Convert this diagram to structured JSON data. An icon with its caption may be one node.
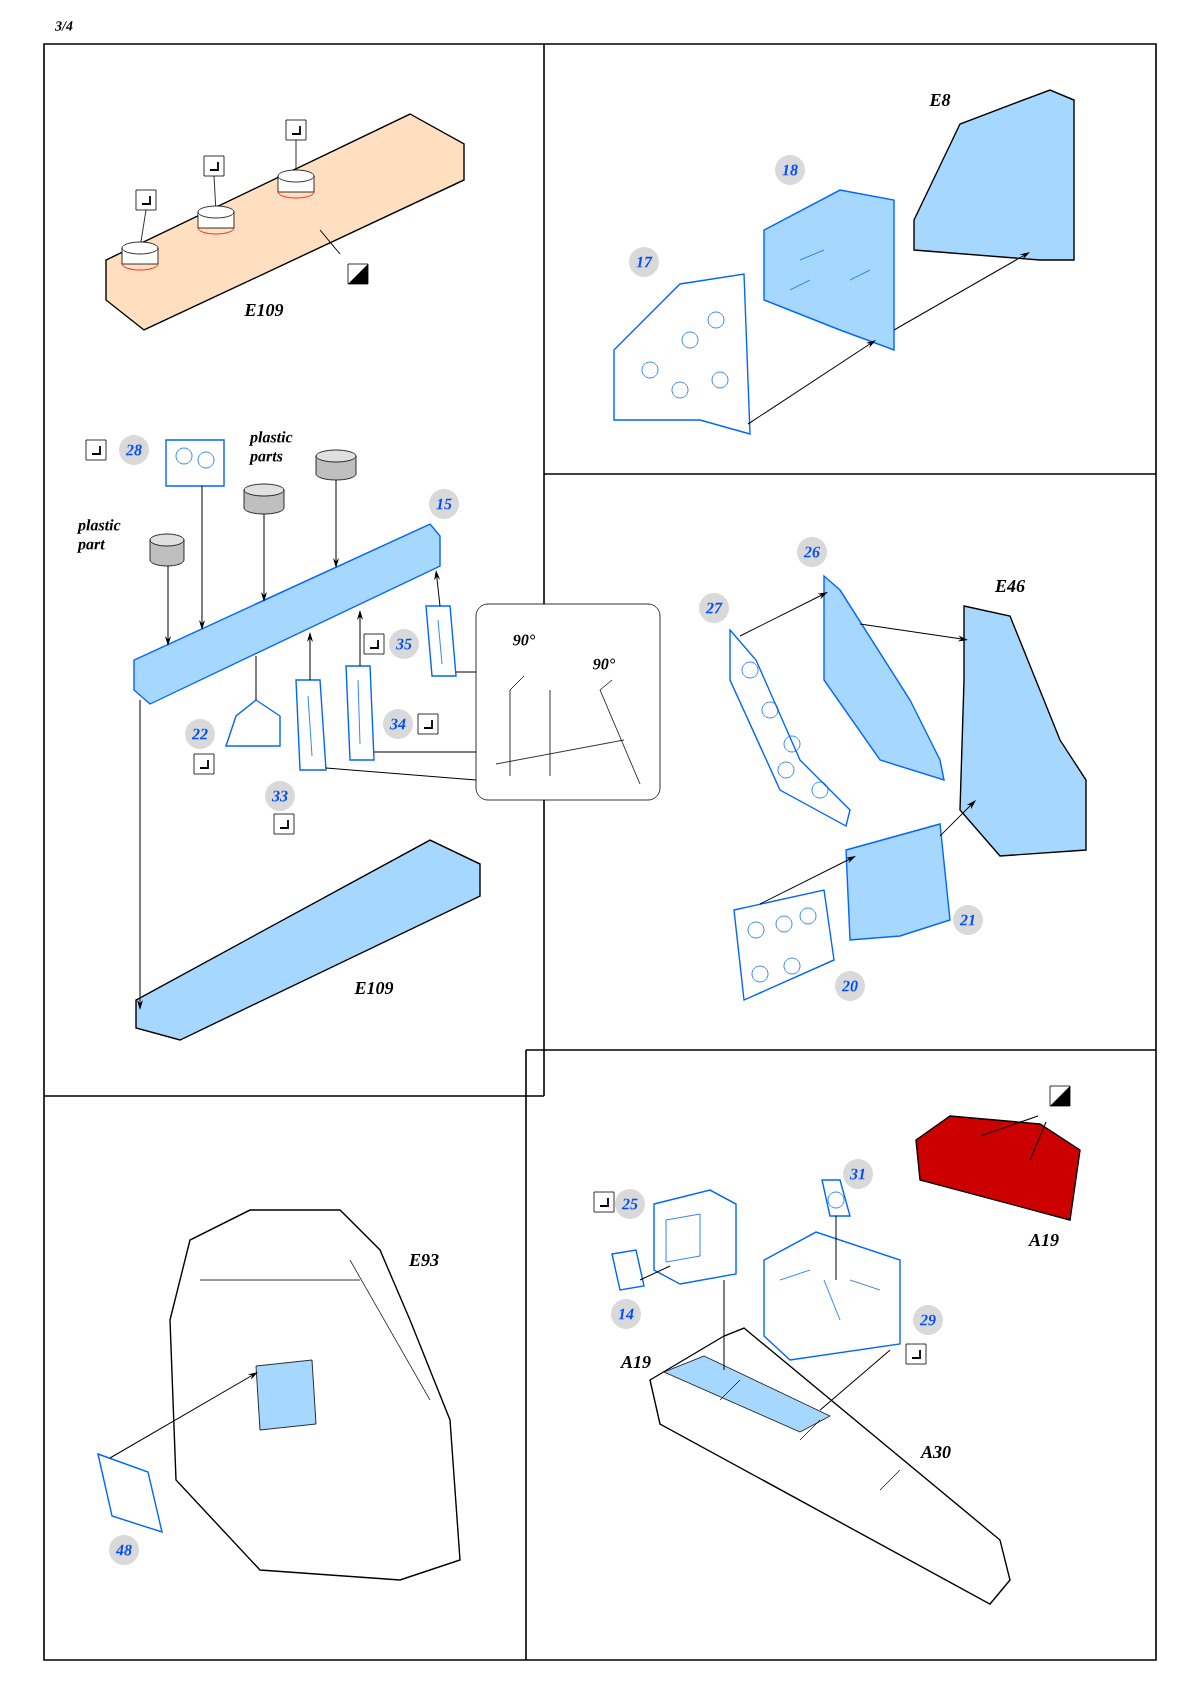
{
  "diagram": {
    "nodes": [
      {
        "text": [],
        "shape": "picture",
        "beside": [
          "E109"
        ]
      },
      {
        "text": [],
        "shape": "picture",
        "beside": [
          "28"
        ]
      },
      {
        "text": [],
        "shape": "cylinder"
      },
      {
        "text": [],
        "shape": "cylinder"
      },
      {
        "text": [],
        "shape": "cylinder"
      },
      {
        "text": [],
        "shape": "picture",
        "beside": [
          "15"
        ]
      },
      {
        "text": [],
        "shape": "picture",
        "beside": [
          "22"
        ]
      },
      {
        "text": [],
        "shape": "picture",
        "beside": [
          "33"
        ]
      },
      {
        "text": [],
        "shape": "picture",
        "beside": [
          "34"
        ]
      },
      {
        "text": [],
        "shape": "picture"
      },
      {
        "text": [
          "90°",
          "90°"
        ]
      },
      {
        "text": [],
        "shape": "picture",
        "beside": [
          "E109"
        ]
      },
      {
        "text": [],
        "shape": "picture",
        "beside": [
          "17"
        ]
      },
      {
        "text": [],
        "shape": "picture",
        "beside": [
          "18"
        ]
      },
      {
        "text": [],
        "shape": "picture",
        "beside": [
          "E8"
        ]
      },
      {
        "text": [],
        "shape": "picture",
        "beside": [
          "27"
        ]
      },
      {
        "text": [],
        "shape": "picture",
        "beside": [
          "26"
        ]
      },
      {
        "text": [],
        "shape": "picture",
        "beside": [
          "E46"
        ]
      },
      {
        "text": [],
        "shape": "picture",
        "beside": [
          "20"
        ]
      },
      {
        "text": [],
        "shape": "picture",
        "beside": [
          "21"
        ]
      },
      {
        "text": [],
        "shape": "picture",
        "beside": [
          "E93"
        ]
      },
      {
        "text": [],
        "shape": "picture",
        "beside": [
          "48"
        ]
      },
      {
        "text": [],
        "shape": "picture",
        "beside": [
          "A19"
        ]
      },
      {
        "text": [],
        "shape": "picture",
        "beside": [
          "25"
        ]
      },
      {
        "text": [],
        "shape": "picture",
        "beside": [
          "14"
        ]
      },
      {
        "text": [],
        "shape": "picture",
        "beside": [
          "31"
        ]
      },
      {
        "text": [],
        "shape": "picture"
      },
      {
        "text": [],
        "shape": "picture",
        "beside": [
          "A19",
          "A30"
        ]
      }
    ],
    "edges": [
      {
        "from": 2,
        "to": 5,
        "arrow": "to"
      },
      {
        "from": 3,
        "to": 5,
        "arrow": "to"
      },
      {
        "from": 4,
        "to": 5,
        "arrow": "to"
      },
      {
        "from": 1,
        "to": 5,
        "arrow": "to"
      },
      {
        "from": 6,
        "to": 5,
        "arrow": "none"
      },
      {
        "from": 7,
        "to": 5,
        "arrow": "to"
      },
      {
        "from": 8,
        "to": 5,
        "arrow": "to"
      },
      {
        "from": 9,
        "to": 5,
        "arrow": "to"
      },
      {
        "from": 5,
        "to": 11,
        "arrow": "to"
      },
      {
        "from": 9,
        "to": 10,
        "arrow": "none"
      },
      {
        "from": 8,
        "to": 10,
        "arrow": "none"
      },
      {
        "from": 7,
        "to": 10,
        "arrow": "none"
      },
      {
        "from": 12,
        "to": 13,
        "arrow": "to"
      },
      {
        "from": 13,
        "to": 14,
        "arrow": "to"
      },
      {
        "from": 15,
        "to": 16,
        "arrow": "to"
      },
      {
        "from": 16,
        "to": 17,
        "arrow": "to"
      },
      {
        "from": 18,
        "to": 19,
        "arrow": "to"
      },
      {
        "from": 19,
        "to": 17,
        "arrow": "to"
      },
      {
        "from": 21,
        "to": 20,
        "arrow": "to"
      },
      {
        "from": 24,
        "to": 23,
        "arrow": "none"
      },
      {
        "from": 23,
        "to": 27,
        "arrow": "none"
      },
      {
        "from": 25,
        "to": 26,
        "arrow": "none"
      },
      {
        "from": 26,
        "to": 27,
        "arrow": "none"
      },
      {
        "from": null,
        "to": 0,
        "arrow": "none"
      },
      {
        "from": null,
        "to": 22,
        "arrow": "none"
      },
      {
        "from": null,
        "to": 22,
        "arrow": "none"
      }
    ],
    "labels": [
      "3/4",
      "plastic part",
      "plastic parts",
      "35",
      "29"
    ]
  }
}
